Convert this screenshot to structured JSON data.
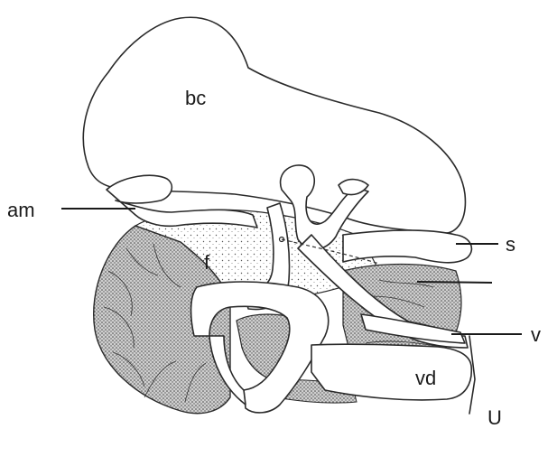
{
  "labels": {
    "bc": "bc",
    "am": "am",
    "f": "f",
    "s": "s",
    "v": "v",
    "vd": "vd",
    "u": "U"
  }
}
